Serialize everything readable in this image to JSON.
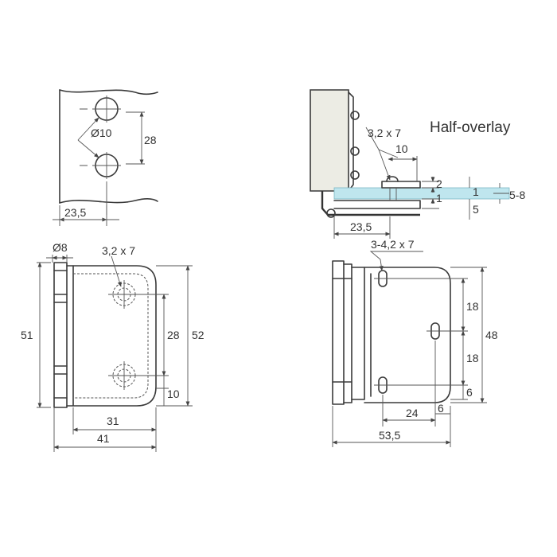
{
  "title": "Half-overlay",
  "labels": {
    "hole_dia": "Ø10",
    "hole_spacing": "28",
    "edge_offset_top": "23,5",
    "side_slot": "3,2 x 7",
    "side_10": "10",
    "side_2": "2",
    "side_1a": "1",
    "side_1b": "1",
    "side_5": "5",
    "side_23_5": "23,5",
    "glass_range": "5-8",
    "dia_8": "Ø8",
    "front_slot": "3,2 x 7",
    "front_51": "51",
    "front_52": "52",
    "front_28": "28",
    "front_10": "10",
    "front_31": "31",
    "front_41": "41",
    "back_slot": "3-4,2 x 7",
    "back_18a": "18",
    "back_18b": "18",
    "back_48": "48",
    "back_6a": "6",
    "back_6b": "6",
    "back_24": "24",
    "back_53_5": "53,5"
  },
  "colors": {
    "line": "#3a3a3a",
    "glass": "#bfe6ee",
    "panel": "#ecece4"
  }
}
